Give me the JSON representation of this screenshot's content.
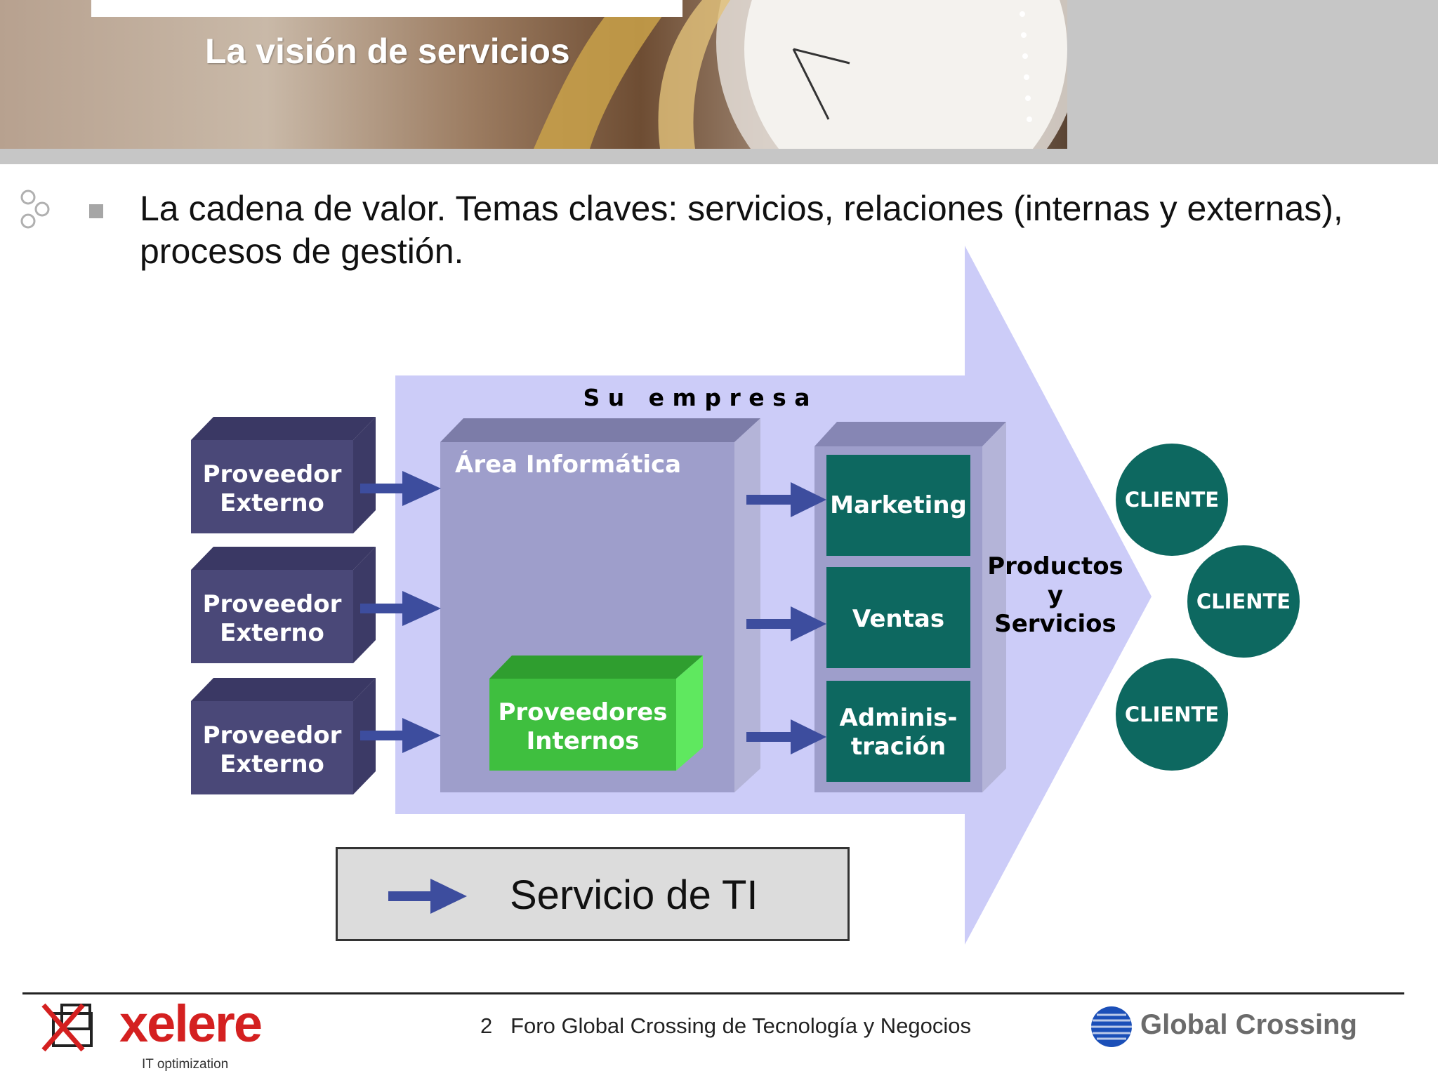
{
  "header": {
    "title": "La visión de servicios"
  },
  "bullet": {
    "text": "La cadena de valor. Temas claves: servicios, relaciones (internas y externas), procesos de gestión."
  },
  "diagram": {
    "company_label": "S u   e m p r e s a",
    "area_informatica": "Área Informática",
    "proveedores_internos": [
      "Proveedores",
      "Internos"
    ],
    "proveedores_externos": [
      [
        "Proveedor",
        "Externo"
      ],
      [
        "Proveedor",
        "Externo"
      ],
      [
        "Proveedor",
        "Externo"
      ]
    ],
    "departments": {
      "marketing": "Marketing",
      "ventas": "Ventas",
      "administracion": [
        "Adminis-",
        "tración"
      ]
    },
    "productos": [
      "Productos",
      "y",
      "Servicios"
    ],
    "clientes": [
      "CLIENTE",
      "CLIENTE",
      "CLIENTE"
    ],
    "legend_label": "Servicio de TI"
  },
  "colors": {
    "arrow_body": "#ccccf8",
    "provider_box": "#4a4878",
    "area_box": "#9e9ecb",
    "internal_box": "#3fbf3f",
    "department_box": "#0d6860",
    "flow_arrow": "#3d4d9e"
  },
  "footer": {
    "page_number": "2",
    "text": "Foro Global Crossing de Tecnología y Negocios",
    "logo_left": "xelere",
    "logo_left_tagline": "IT optimization",
    "logo_right": "Global Crossing"
  }
}
